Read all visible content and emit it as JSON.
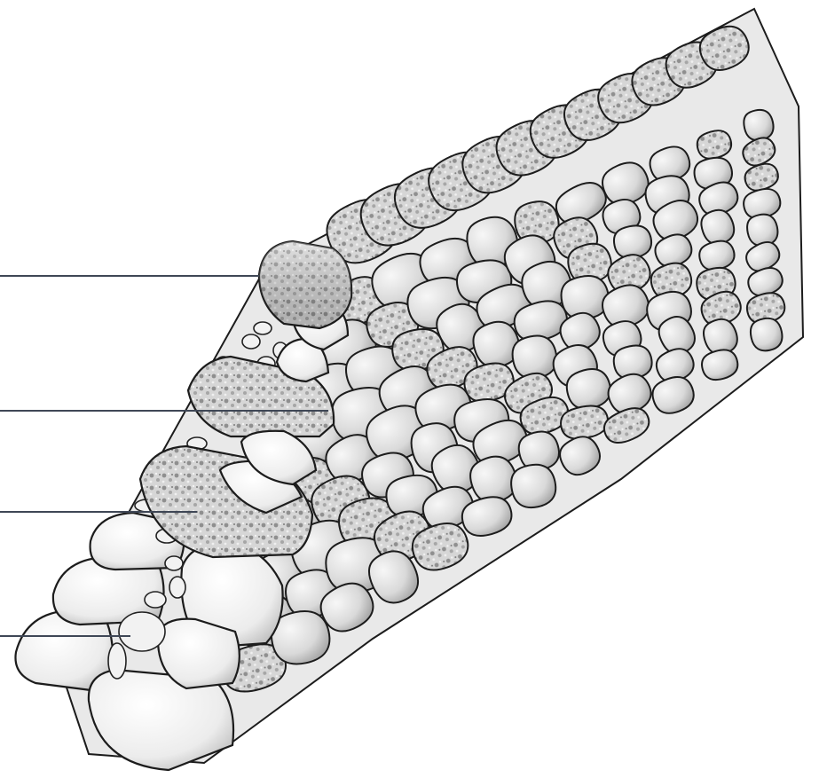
{
  "diagram": {
    "subject": "dry-stone-wall-cross-section",
    "colors": {
      "outline": "#1c1c1c",
      "stone_light": "#f4f4f4",
      "stone_speckle": "#9a9a9a",
      "leader_line": "#3f4756",
      "background": "#ffffff"
    },
    "callouts": [
      {
        "target": "coping-stone",
        "label": ""
      },
      {
        "target": "through-stone",
        "label": ""
      },
      {
        "target": "face-stone",
        "label": ""
      },
      {
        "target": "hearting-stones",
        "label": ""
      }
    ]
  }
}
